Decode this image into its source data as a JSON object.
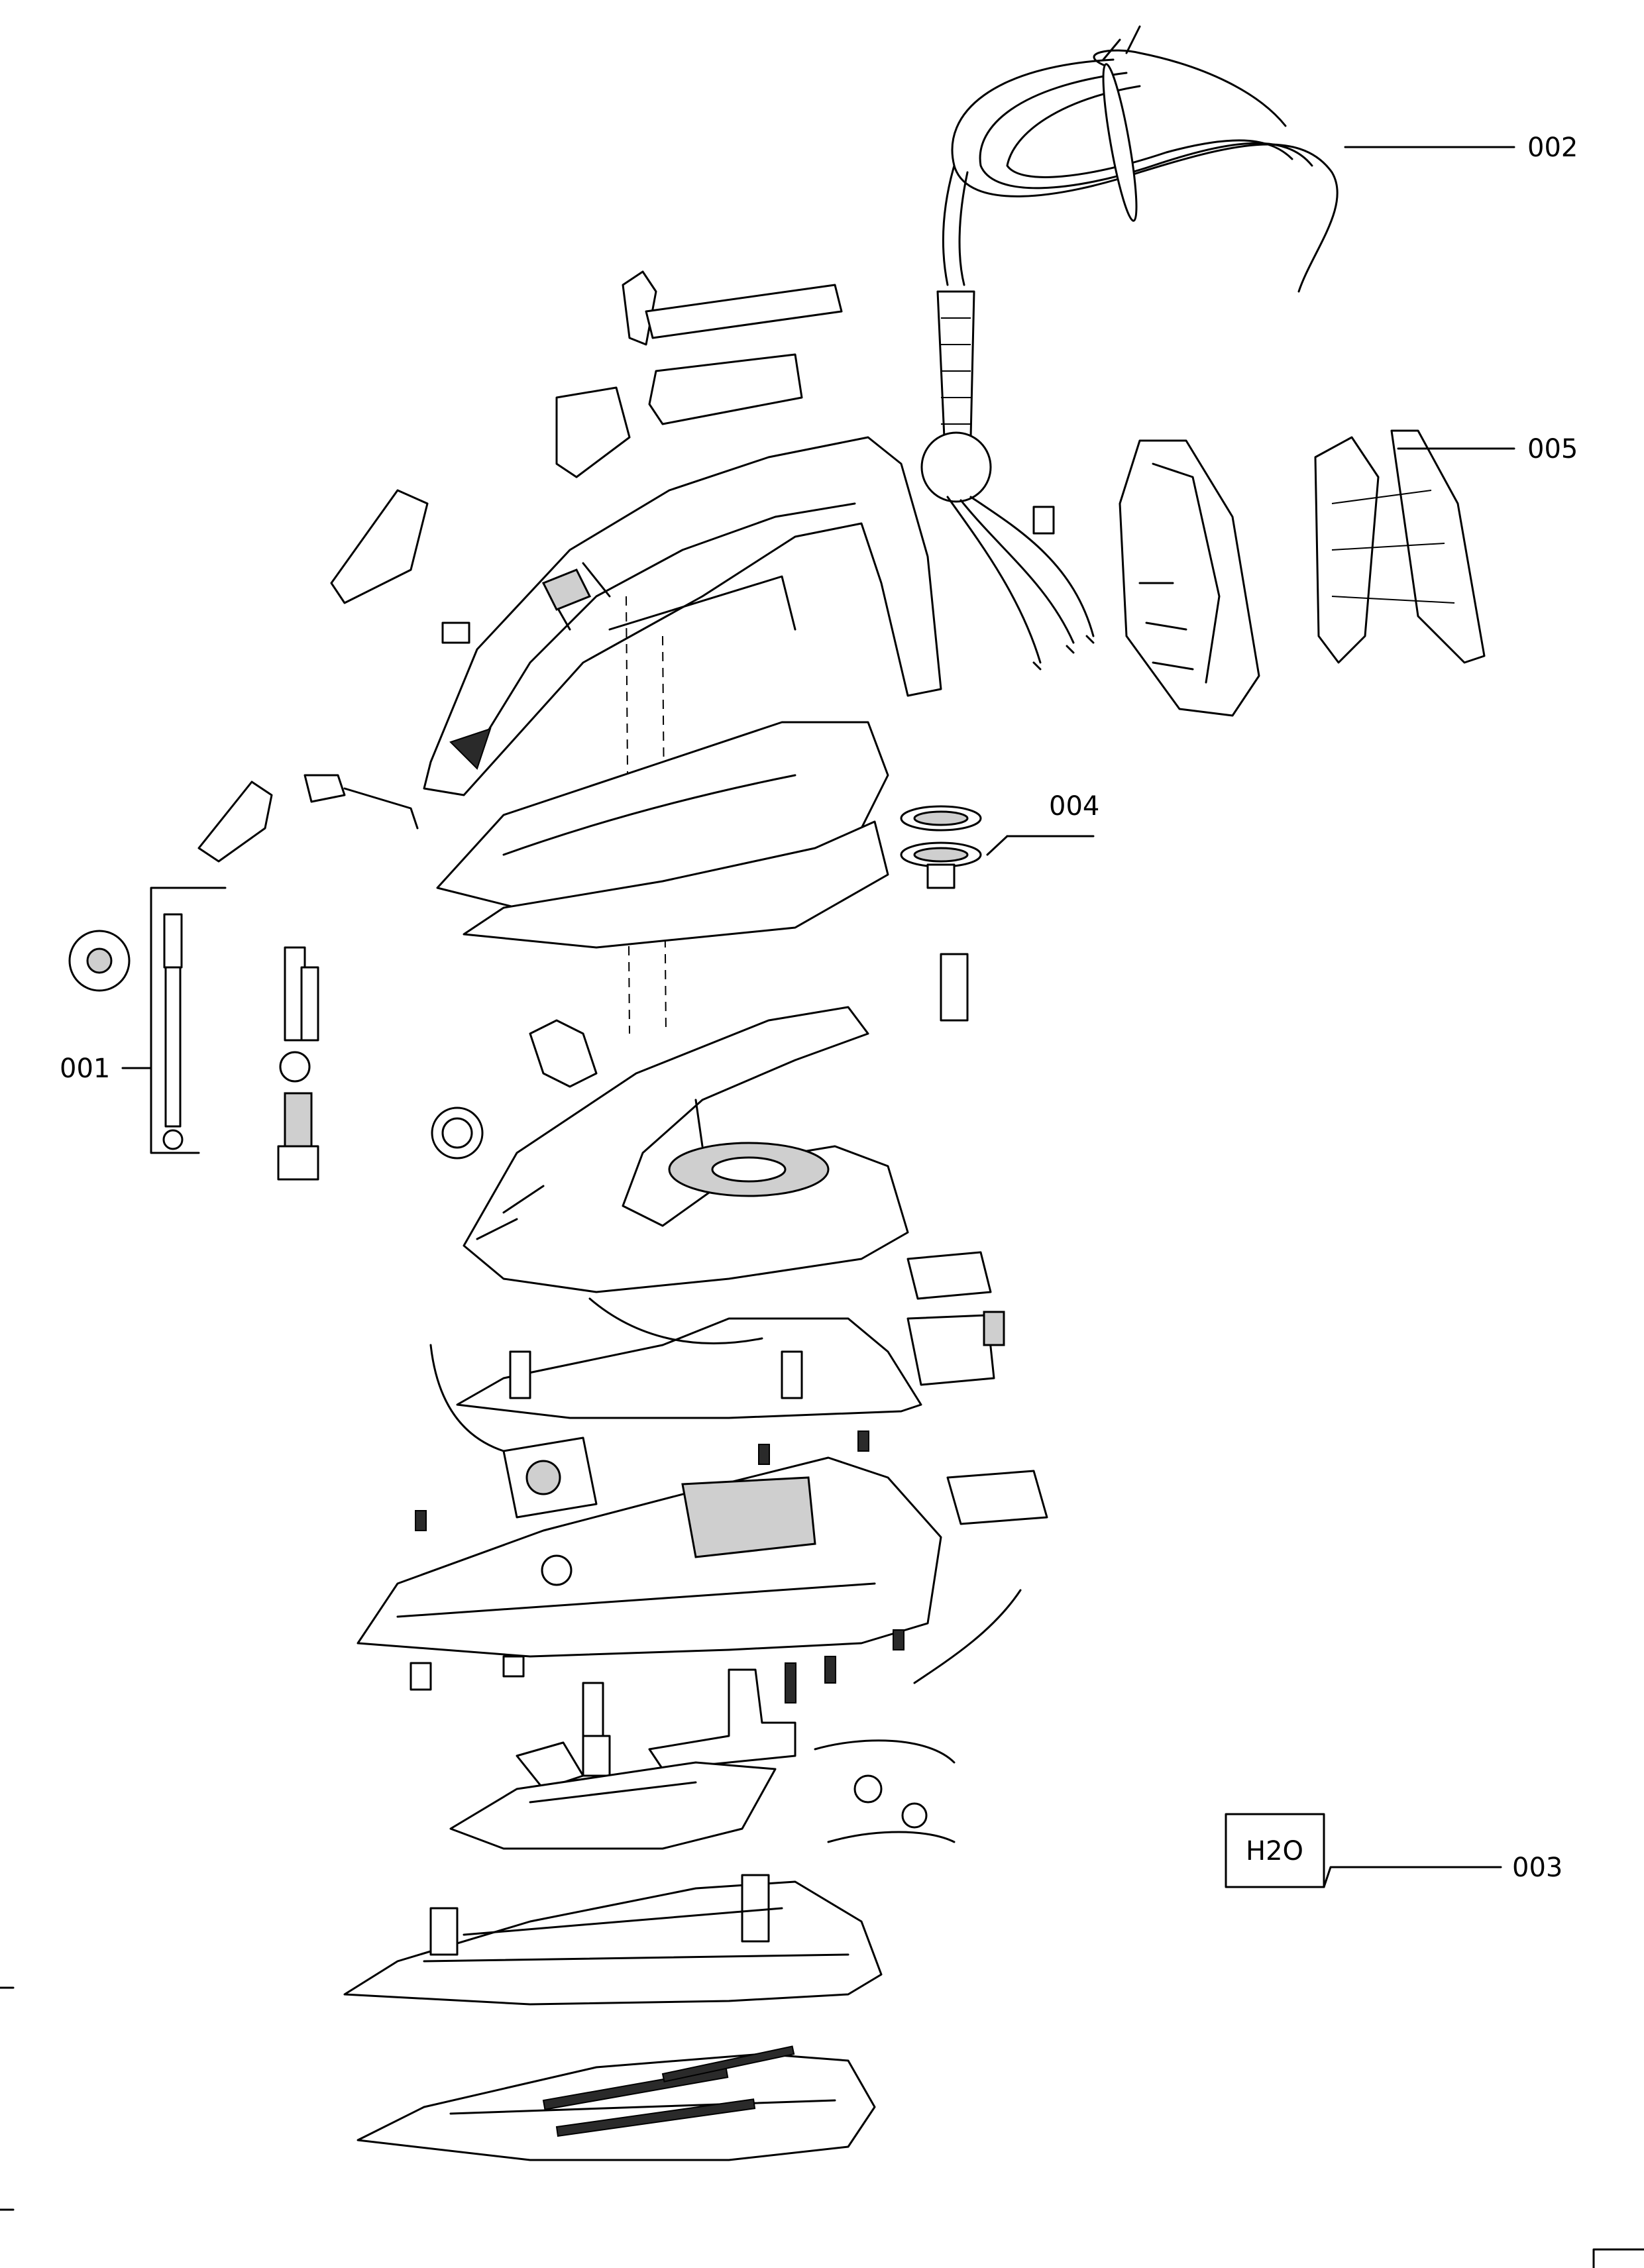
{
  "callouts": {
    "c001": "001",
    "c002": "002",
    "c003": "003",
    "c004": "004",
    "c005": "005"
  },
  "water_box": "H2O"
}
